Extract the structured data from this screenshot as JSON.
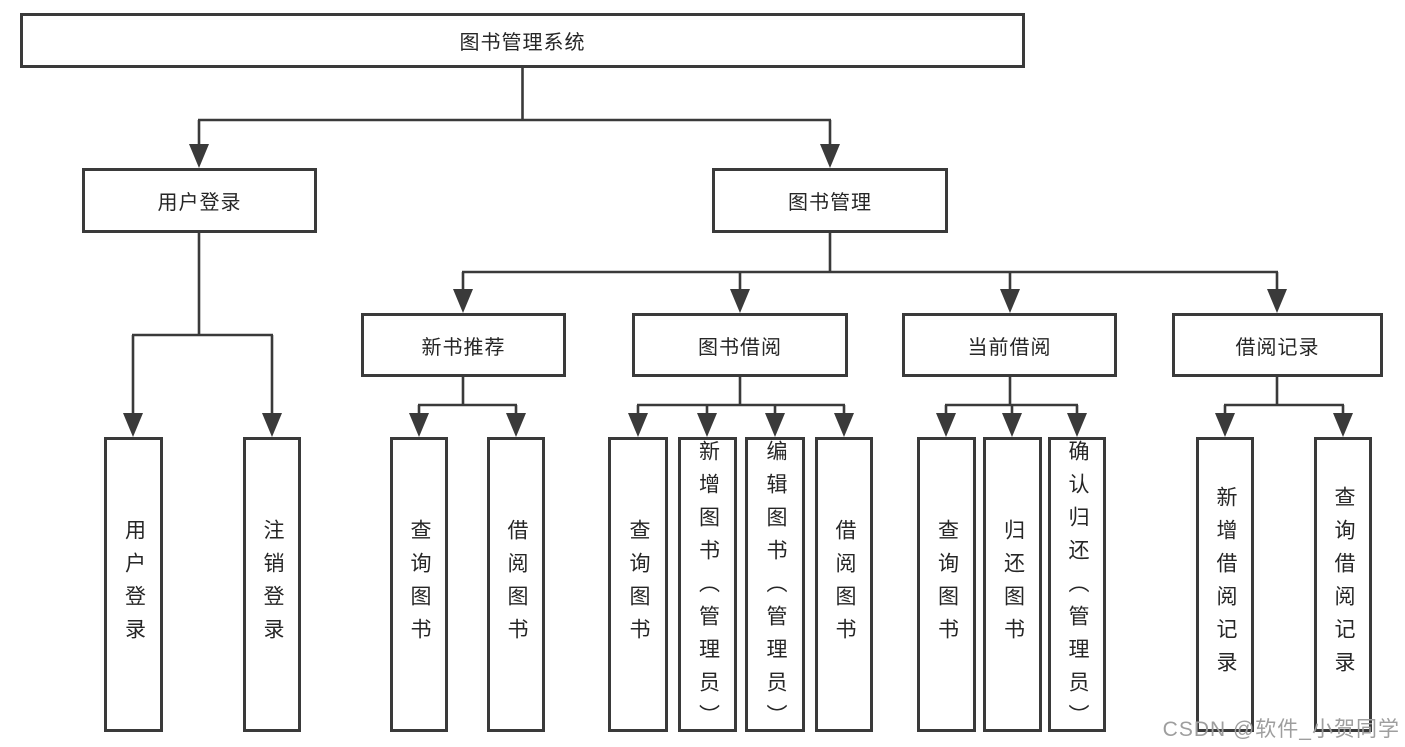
{
  "diagram": {
    "watermark": "CSDN @软件_小贺同学",
    "colors": {
      "line": "#3a3a3a",
      "text": "#262626",
      "box_background": "#ffffff",
      "page_background": "#ffffff",
      "watermark": "#9e9e9e"
    },
    "tree": {
      "root": {
        "label": "图书管理系统",
        "children": [
          {
            "label": "用户登录",
            "children": [
              {
                "label": "用户登录"
              },
              {
                "label": "注销登录"
              }
            ]
          },
          {
            "label": "图书管理",
            "children": [
              {
                "label": "新书推荐",
                "children": [
                  {
                    "label": "查询图书"
                  },
                  {
                    "label": "借阅图书"
                  }
                ]
              },
              {
                "label": "图书借阅",
                "children": [
                  {
                    "label": "查询图书"
                  },
                  {
                    "label": "新增图书（管理员）"
                  },
                  {
                    "label": "编辑图书（管理员）"
                  },
                  {
                    "label": "借阅图书"
                  }
                ]
              },
              {
                "label": "当前借阅",
                "children": [
                  {
                    "label": "查询图书"
                  },
                  {
                    "label": "归还图书"
                  },
                  {
                    "label": "确认归还（管理员）"
                  }
                ]
              },
              {
                "label": "借阅记录",
                "children": [
                  {
                    "label": "新增借阅记录"
                  },
                  {
                    "label": "查询借阅记录"
                  }
                ]
              }
            ]
          }
        ]
      }
    }
  }
}
